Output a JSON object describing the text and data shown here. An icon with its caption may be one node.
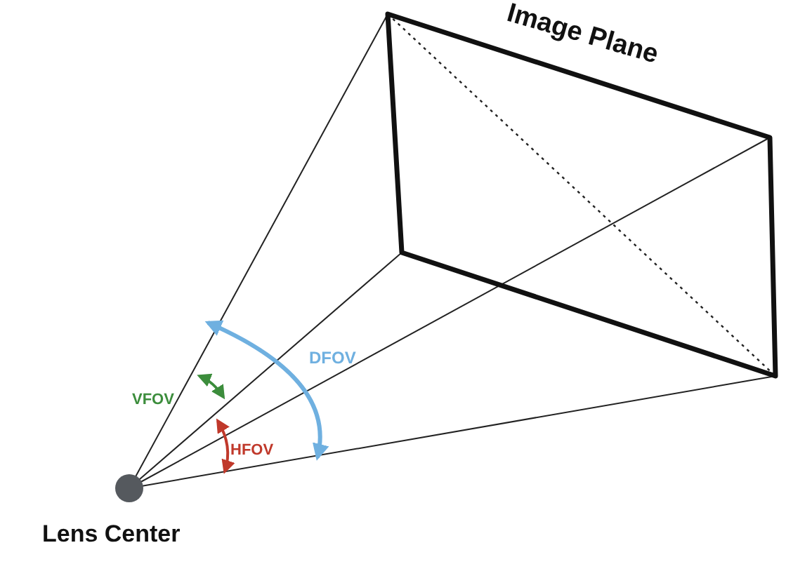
{
  "diagram": {
    "labels": [
      "Image Plane",
      "VFOV",
      "DFOV",
      "HFOV",
      "Lens Center"
    ]
  }
}
